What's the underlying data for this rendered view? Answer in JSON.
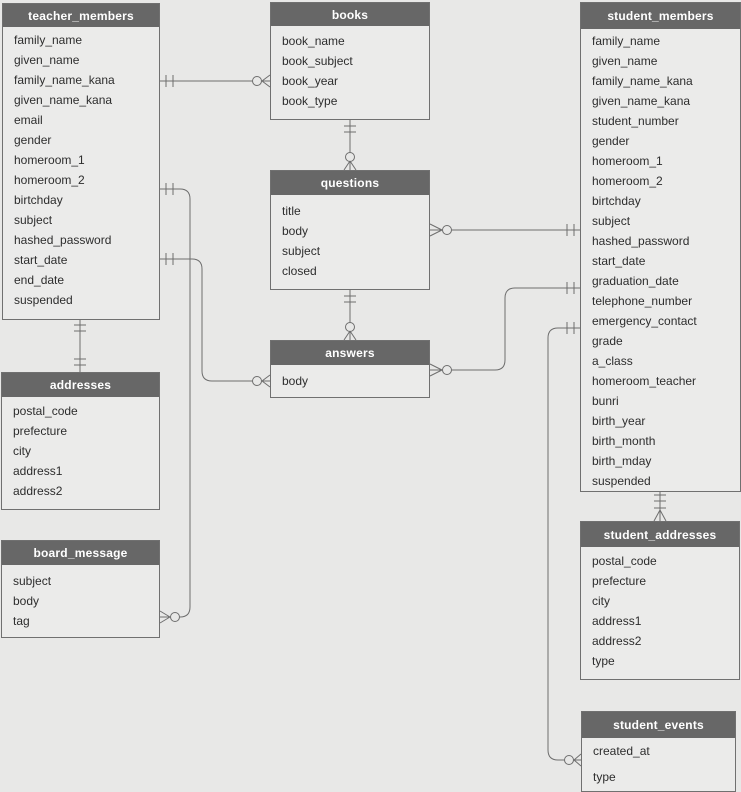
{
  "diagram_type": "entity-relationship",
  "colors": {
    "background": "#e8e8e7",
    "entity_fill": "#ebebea",
    "entity_border": "#707070",
    "header_fill": "#676767",
    "header_text": "#ffffff",
    "field_text": "#2d2d2d",
    "line": "#6e6e6e"
  },
  "entities": [
    {
      "id": "teacher_members",
      "title": "teacher_members",
      "fields": [
        "family_name",
        "given_name",
        "family_name_kana",
        "given_name_kana",
        "email",
        "gender",
        "homeroom_1",
        "homeroom_2",
        "birtchday",
        "subject",
        "hashed_password",
        "start_date",
        "end_date",
        "suspended"
      ]
    },
    {
      "id": "books",
      "title": "books",
      "fields": [
        "book_name",
        "book_subject",
        "book_year",
        "book_type"
      ]
    },
    {
      "id": "questions",
      "title": "questions",
      "fields": [
        "title",
        "body",
        "subject",
        "closed"
      ]
    },
    {
      "id": "answers",
      "title": "answers",
      "fields": [
        "body"
      ]
    },
    {
      "id": "student_members",
      "title": "student_members",
      "fields": [
        "family_name",
        "given_name",
        "family_name_kana",
        "given_name_kana",
        "student_number",
        "gender",
        "homeroom_1",
        "homeroom_2",
        "birtchday",
        "subject",
        "hashed_password",
        "start_date",
        "graduation_date",
        "telephone_number",
        "emergency_contact",
        "grade",
        "a_class",
        "homeroom_teacher",
        "bunri",
        "birth_year",
        "birth_month",
        "birth_mday",
        "suspended"
      ]
    },
    {
      "id": "addresses",
      "title": "addresses",
      "fields": [
        "postal_code",
        "prefecture",
        "city",
        "address1",
        "address2"
      ]
    },
    {
      "id": "board_message",
      "title": "board_message",
      "fields": [
        "subject",
        "body",
        "tag"
      ]
    },
    {
      "id": "student_addresses",
      "title": "student_addresses",
      "fields": [
        "postal_code",
        "prefecture",
        "city",
        "address1",
        "address2",
        "type"
      ]
    },
    {
      "id": "student_events",
      "title": "student_events",
      "fields": [
        "created_at",
        "type"
      ]
    }
  ],
  "relationships": [
    {
      "id": "teacher_books",
      "from": "teacher_members",
      "from_cardinality": "exactly-one",
      "to": "books",
      "to_cardinality": "zero-or-many"
    },
    {
      "id": "teacher_board_message",
      "from": "teacher_members",
      "from_cardinality": "exactly-one",
      "to": "board_message",
      "to_cardinality": "zero-or-many"
    },
    {
      "id": "teacher_answers",
      "from": "teacher_members",
      "from_cardinality": "exactly-one",
      "to": "answers",
      "to_cardinality": "zero-or-many"
    },
    {
      "id": "books_questions",
      "from": "books",
      "from_cardinality": "exactly-one",
      "to": "questions",
      "to_cardinality": "zero-or-many"
    },
    {
      "id": "questions_answers",
      "from": "questions",
      "from_cardinality": "exactly-one",
      "to": "answers",
      "to_cardinality": "zero-or-many"
    },
    {
      "id": "student_questions",
      "from": "student_members",
      "from_cardinality": "exactly-one",
      "to": "questions",
      "to_cardinality": "zero-or-many"
    },
    {
      "id": "student_answers",
      "from": "student_members",
      "from_cardinality": "exactly-one",
      "to": "answers",
      "to_cardinality": "zero-or-many"
    },
    {
      "id": "student_events_rel",
      "from": "student_members",
      "from_cardinality": "exactly-one",
      "to": "student_events",
      "to_cardinality": "zero-or-many"
    },
    {
      "id": "teacher_addresses",
      "from": "teacher_members",
      "from_cardinality": "exactly-one",
      "to": "addresses",
      "to_cardinality": "exactly-one"
    },
    {
      "id": "student_addresses_rel",
      "from": "student_members",
      "from_cardinality": "exactly-one",
      "to": "student_addresses",
      "to_cardinality": "one-or-many"
    }
  ]
}
